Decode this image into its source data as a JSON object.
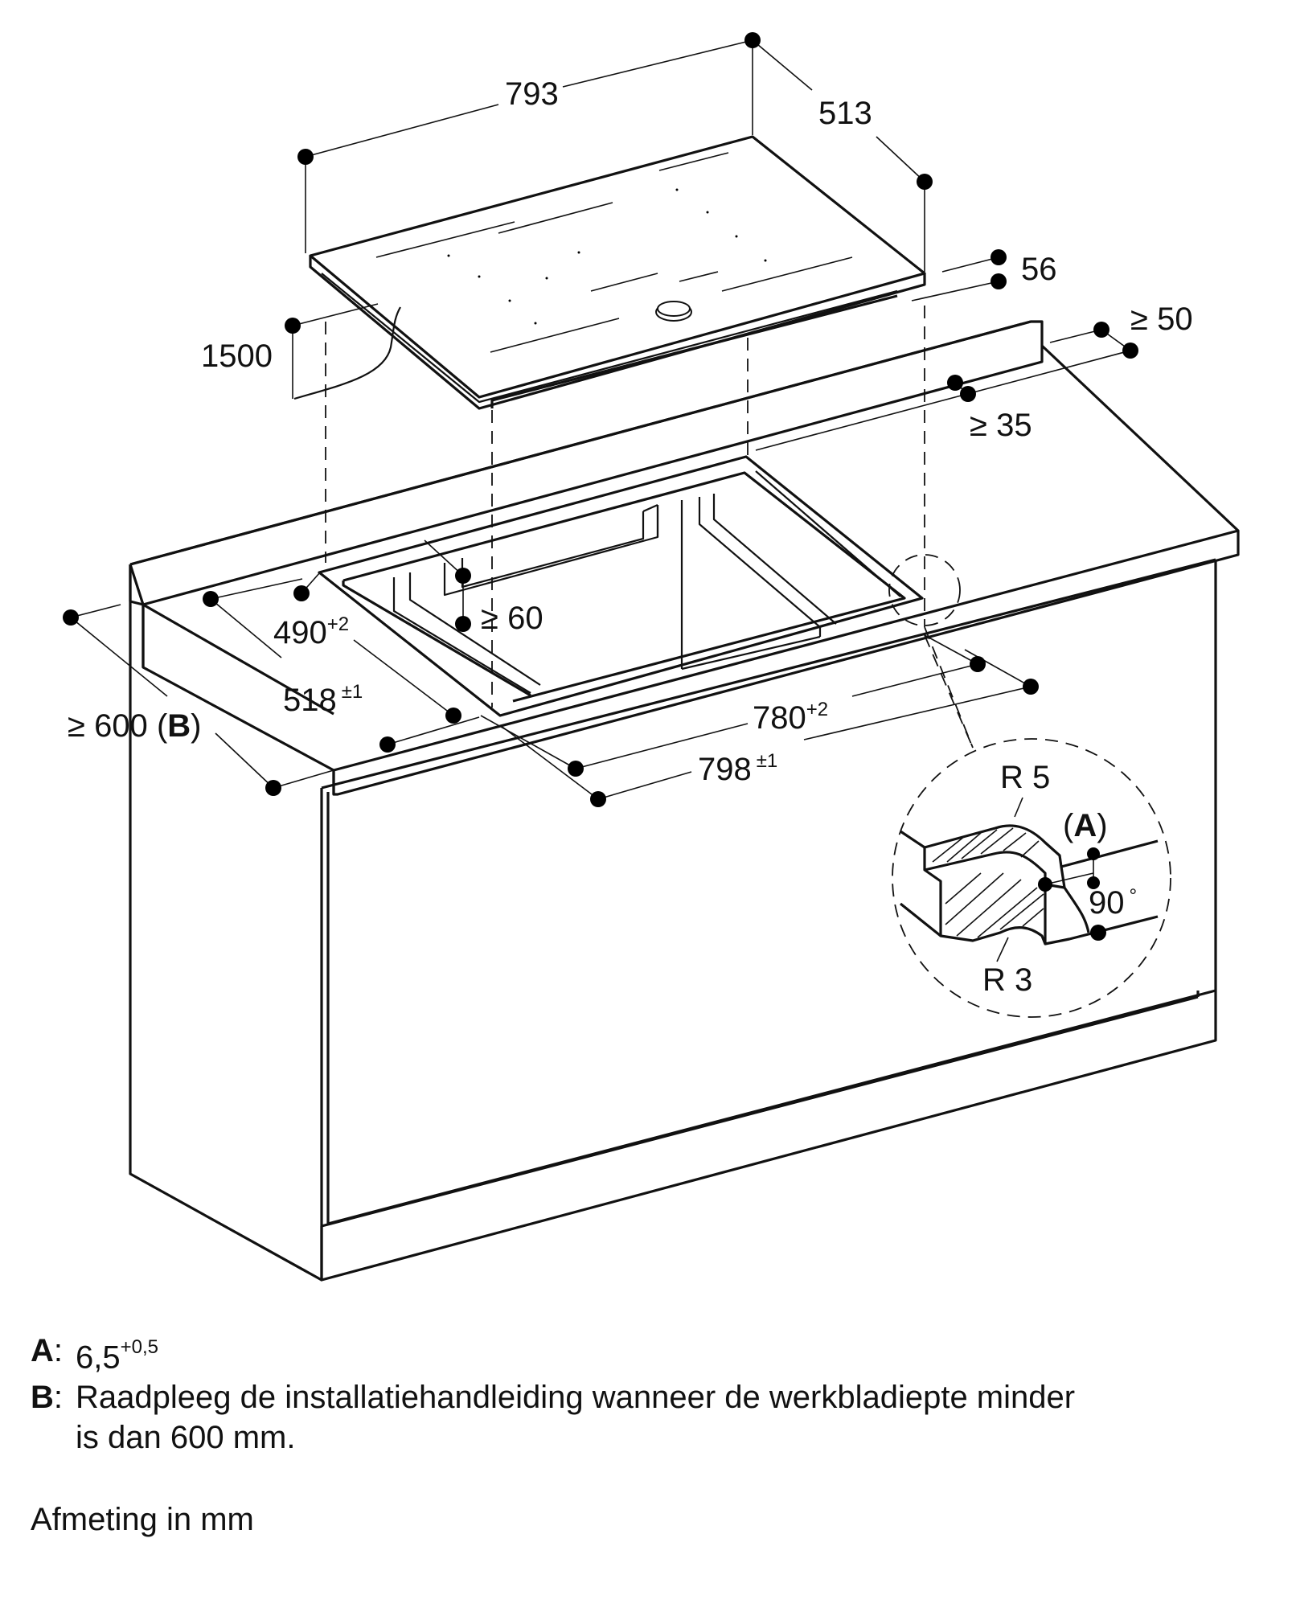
{
  "dimensions": {
    "hob_width": "793",
    "hob_depth": "513",
    "hob_height": "56",
    "cable": "1500",
    "rear_min": "≥ 50",
    "rear_clear": "≥ 35",
    "rail_min": "≥ 60",
    "depth_min": "≥ 600",
    "depth_b_open": "(",
    "depth_b_key": "B",
    "depth_b_close": ")",
    "cut_depth_inner": "490",
    "cut_depth_inner_tol": "+2",
    "cut_depth_outer": "518",
    "cut_depth_outer_tol": "±1",
    "cut_width_inner": "780",
    "cut_width_inner_tol": "+2",
    "cut_width_outer": "798",
    "cut_width_outer_tol": "±1"
  },
  "detail": {
    "r_outer": "R 5",
    "r_inner": "R 3",
    "a_open": "(",
    "a_key": "A",
    "a_close": ")",
    "angle": "90",
    "angle_unit": "°"
  },
  "notes": [
    {
      "key": "A",
      "text": "6,5",
      "sup": "+0,5"
    },
    {
      "key": "B",
      "text": "Raadpleeg de installatiehandleiding wanneer de werkbladiepte minder",
      "text2": "is dan 600 mm."
    }
  ],
  "unit_text": "Afmeting in mm"
}
